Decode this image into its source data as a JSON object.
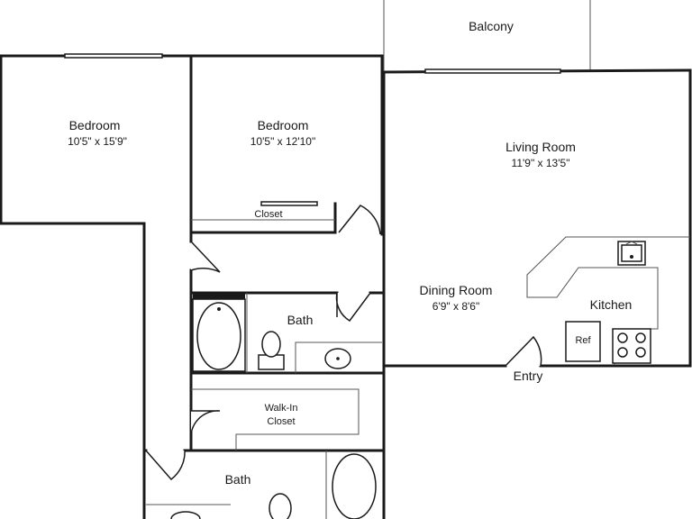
{
  "rooms": {
    "balcony": {
      "name": "Balcony"
    },
    "bedroom1": {
      "name": "Bedroom",
      "dimensions": "10'5\" x 15'9\""
    },
    "bedroom2": {
      "name": "Bedroom",
      "dimensions": "10'5\" x 12'10\""
    },
    "living": {
      "name": "Living Room",
      "dimensions": "11'9\" x 13'5\""
    },
    "closet": {
      "name": "Closet"
    },
    "dining": {
      "name": "Dining Room",
      "dimensions": "6'9\" x 8'6\""
    },
    "kitchen": {
      "name": "Kitchen"
    },
    "bath1": {
      "name": "Bath"
    },
    "walkin": {
      "name_line1": "Walk-In",
      "name_line2": "Closet"
    },
    "bath2": {
      "name": "Bath"
    },
    "entry": {
      "name": "Entry"
    }
  },
  "appliances": {
    "ref": "Ref"
  },
  "colors": {
    "wall": "#1a1a1a",
    "thin_line": "#555555",
    "background": "#ffffff"
  }
}
